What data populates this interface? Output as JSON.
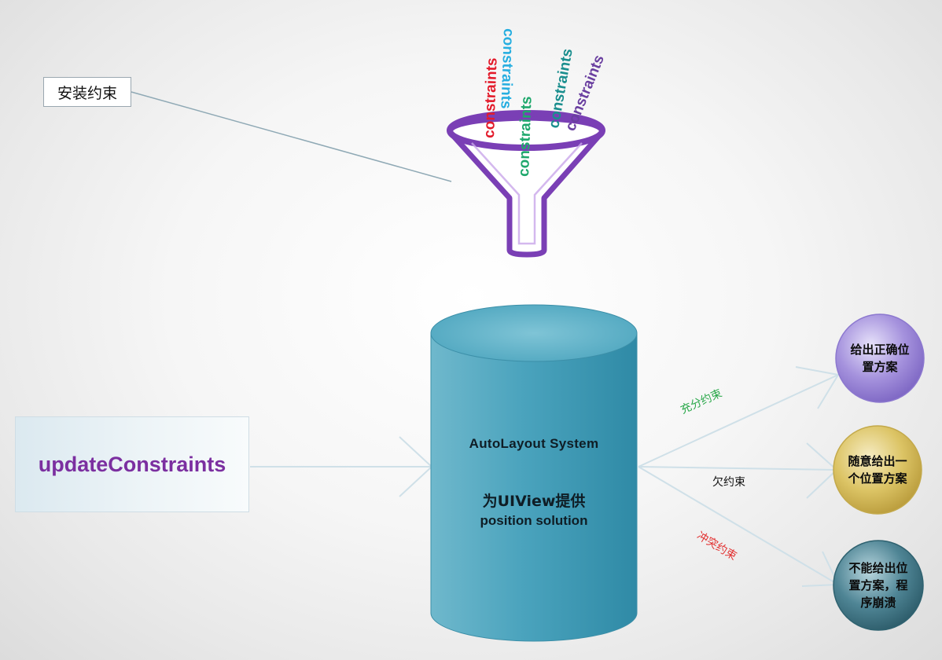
{
  "funnel": {
    "label": "安装约束",
    "words": [
      {
        "text": "constraints",
        "color": "#e31b2b"
      },
      {
        "text": "constraints",
        "color": "#26aee0"
      },
      {
        "text": "constraints",
        "color": "#1ea86c"
      },
      {
        "text": "constraints",
        "color": "#1a8e8e"
      },
      {
        "text": "constraints",
        "color": "#6a3fa0"
      }
    ],
    "color": "#7a3fb5"
  },
  "input_box": {
    "label": "updateConstraints"
  },
  "cylinder": {
    "title": "AutoLayout  System",
    "subtitle_line1": "为UIView提供",
    "subtitle_line2": "position solution",
    "color": "#3f9db8"
  },
  "branches": [
    {
      "arrow_label": "充分约束",
      "label_color": "#2aa84a",
      "outcome": [
        "给出正确位",
        "置方案"
      ],
      "circle_color": "#9c86d8"
    },
    {
      "arrow_label": "欠约束",
      "label_color": "#111111",
      "outcome": [
        "随意给出一",
        "个位置方案"
      ],
      "circle_color": "#d9c160"
    },
    {
      "arrow_label": "冲突约束",
      "label_color": "#e23030",
      "outcome": [
        "不能给出位",
        "置方案，程",
        "序崩溃"
      ],
      "circle_color": "#3d7585"
    }
  ]
}
